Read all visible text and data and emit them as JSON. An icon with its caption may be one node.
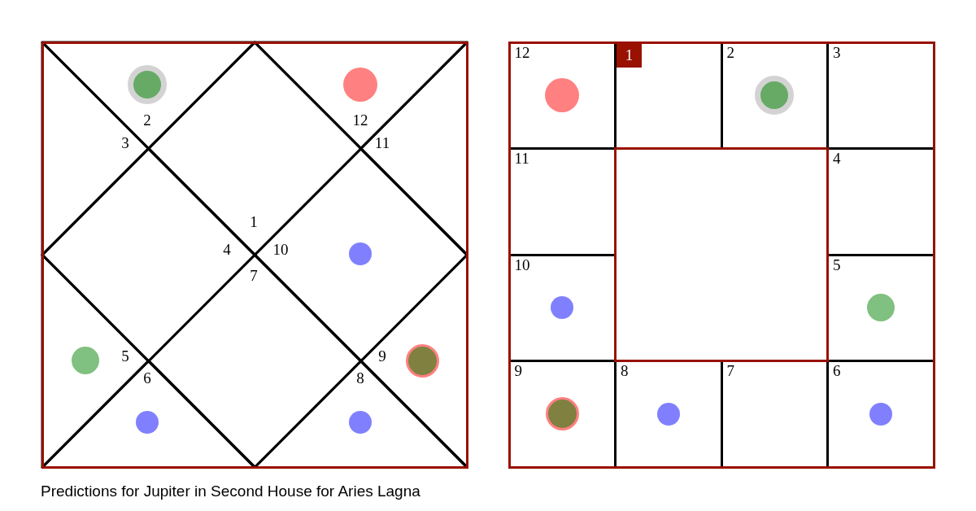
{
  "diagram": {
    "caption": "Predictions for Jupiter in Second House for Aries Lagna",
    "nodes": [
      {
        "text": [],
        "shape": "box"
      },
      {
        "text": [
          "2"
        ],
        "in": 0
      },
      {
        "text": [],
        "shape": "circle",
        "in": 1
      },
      {
        "text": [
          "12"
        ],
        "in": 0
      },
      {
        "text": [],
        "shape": "circle",
        "in": 3
      },
      {
        "text": [
          "3"
        ],
        "in": 0
      },
      {
        "text": [
          "11"
        ],
        "in": 0
      },
      {
        "text": [
          "1"
        ],
        "in": 0
      },
      {
        "text": [
          "4"
        ],
        "in": 0
      },
      {
        "text": [
          "10"
        ],
        "in": 0
      },
      {
        "text": [],
        "shape": "circle",
        "in": 9
      },
      {
        "text": [
          "7"
        ],
        "in": 0
      },
      {
        "text": [
          "5"
        ],
        "in": 0
      },
      {
        "text": [],
        "shape": "circle",
        "in": 12
      },
      {
        "text": [
          "9"
        ],
        "in": 0
      },
      {
        "text": [],
        "shape": "circle",
        "in": 14
      },
      {
        "text": [
          "6"
        ],
        "in": 0
      },
      {
        "text": [],
        "shape": "circle",
        "in": 16
      },
      {
        "text": [
          "8"
        ],
        "in": 0
      },
      {
        "text": [],
        "shape": "circle",
        "in": 18
      },
      {
        "text": [],
        "shape": "box"
      },
      {
        "text": [
          "12"
        ],
        "in": 20
      },
      {
        "text": [],
        "shape": "circle",
        "in": 21
      },
      {
        "text": [
          "1"
        ],
        "in": 20
      },
      {
        "text": [
          "2"
        ],
        "in": 20
      },
      {
        "text": [],
        "shape": "circle",
        "in": 24
      },
      {
        "text": [
          "3"
        ],
        "in": 20
      },
      {
        "text": [
          "11"
        ],
        "in": 20
      },
      {
        "text": [],
        "shape": "box",
        "in": 20
      },
      {
        "text": [
          "4"
        ],
        "in": 20
      },
      {
        "text": [
          "10"
        ],
        "in": 20
      },
      {
        "text": [],
        "shape": "circle",
        "in": 30
      },
      {
        "text": [
          "5"
        ],
        "in": 20
      },
      {
        "text": [],
        "shape": "circle",
        "in": 32
      },
      {
        "text": [
          "9"
        ],
        "in": 20
      },
      {
        "text": [],
        "shape": "circle",
        "in": 34
      },
      {
        "text": [
          "8"
        ],
        "in": 20
      },
      {
        "text": [],
        "shape": "circle",
        "in": 36
      },
      {
        "text": [
          "7"
        ],
        "in": 20
      },
      {
        "text": [
          "6"
        ],
        "in": 20
      },
      {
        "text": [],
        "shape": "circle",
        "in": 39
      }
    ],
    "edges": []
  }
}
